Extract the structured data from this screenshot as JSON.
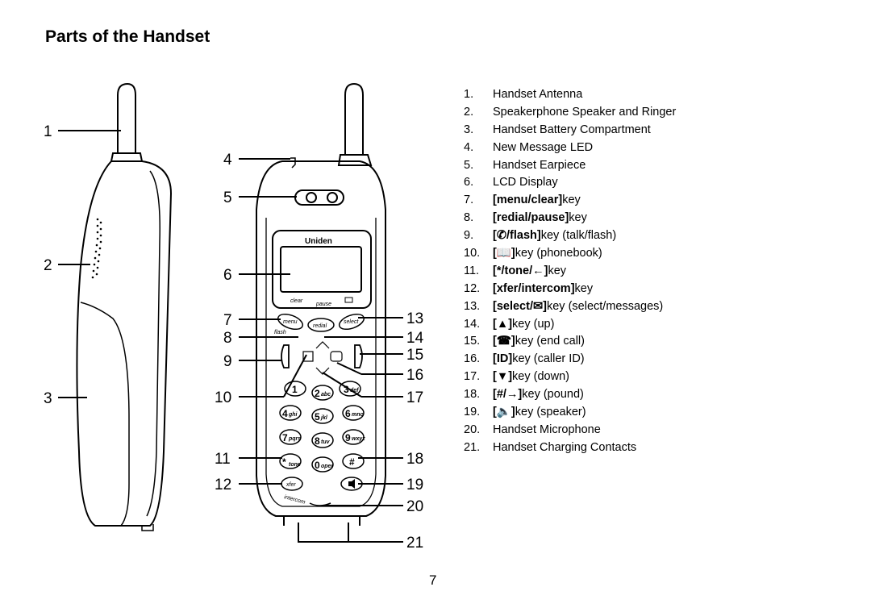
{
  "page": {
    "title": "Parts of the Handset",
    "page_number": "7"
  },
  "figure": {
    "brand": "Uniden",
    "display_labels": [
      "clear",
      "pause"
    ],
    "side_label": "flash",
    "bottom_label": "intercom",
    "softkeys": [
      "menu",
      "redial",
      "select"
    ],
    "keypad": [
      {
        "digit": "1",
        "letters": ""
      },
      {
        "digit": "2",
        "letters": "abc"
      },
      {
        "digit": "3",
        "letters": "def"
      },
      {
        "digit": "4",
        "letters": "ghi"
      },
      {
        "digit": "5",
        "letters": "jkl"
      },
      {
        "digit": "6",
        "letters": "mno"
      },
      {
        "digit": "7",
        "letters": "pqrs"
      },
      {
        "digit": "8",
        "letters": "tuv"
      },
      {
        "digit": "9",
        "letters": "wxyz"
      },
      {
        "digit": "*",
        "letters": "tone"
      },
      {
        "digit": "0",
        "letters": "oper"
      },
      {
        "digit": "#",
        "letters": ""
      }
    ],
    "xfer_label": "xfer",
    "callouts_left": [
      "1",
      "2",
      "3"
    ],
    "callouts_front_left": [
      "4",
      "5",
      "6",
      "7",
      "8",
      "9",
      "10",
      "11",
      "12"
    ],
    "callouts_front_right": [
      "13",
      "14",
      "15",
      "16",
      "17",
      "18",
      "19",
      "20",
      "21"
    ]
  },
  "legend": [
    {
      "num": "1.",
      "key": "",
      "glyph": "",
      "text": "Handset Antenna"
    },
    {
      "num": "2.",
      "key": "",
      "glyph": "",
      "text": "Speakerphone Speaker and Ringer"
    },
    {
      "num": "3.",
      "key": "",
      "glyph": "",
      "text": "Handset Battery Compartment"
    },
    {
      "num": "4.",
      "key": "",
      "glyph": "",
      "text": "New Message LED"
    },
    {
      "num": "5.",
      "key": "",
      "glyph": "",
      "text": "Handset Earpiece"
    },
    {
      "num": "6.",
      "key": "",
      "glyph": "",
      "text": "LCD Display"
    },
    {
      "num": "7.",
      "key": "[menu/clear]",
      "glyph": "",
      "text": " key"
    },
    {
      "num": "8.",
      "key": "[redial/pause]",
      "glyph": "",
      "text": " key"
    },
    {
      "num": "9.",
      "key": "[",
      "glyph": "✆",
      "key2": "/flash]",
      "text": " key (talk/flash)"
    },
    {
      "num": "10.",
      "key": "[",
      "glyph": "📖",
      "key2": "]",
      "text": " key (phonebook)"
    },
    {
      "num": "11.",
      "key": "[*/tone/",
      "glyph": "←",
      "key2": "]",
      "text": " key"
    },
    {
      "num": "12.",
      "key": "[xfer/intercom]",
      "glyph": "",
      "text": " key"
    },
    {
      "num": "13.",
      "key": "[select/",
      "glyph": "✉",
      "key2": "]",
      "text": " key (select/messages)"
    },
    {
      "num": "14.",
      "key": "[",
      "glyph": "▲",
      "key2": "]",
      "text": " key (up)"
    },
    {
      "num": "15.",
      "key": "[",
      "glyph": "☎",
      "key2": "]",
      "text": " key (end call)"
    },
    {
      "num": "16.",
      "key": "[",
      "glyph": "ID",
      "key2": "]",
      "text": " key (caller ID)"
    },
    {
      "num": "17.",
      "key": "[",
      "glyph": "▼",
      "key2": "]",
      "text": " key (down)"
    },
    {
      "num": "18.",
      "key": "[#/",
      "glyph": "→",
      "key2": "]",
      "text": " key (pound)"
    },
    {
      "num": "19.",
      "key": "[",
      "glyph": "🔈",
      "key2": "]",
      "text": " key (speaker)"
    },
    {
      "num": "20.",
      "key": "",
      "glyph": "",
      "text": "Handset Microphone"
    },
    {
      "num": "21.",
      "key": "",
      "glyph": "",
      "text": "Handset Charging Contacts"
    }
  ]
}
